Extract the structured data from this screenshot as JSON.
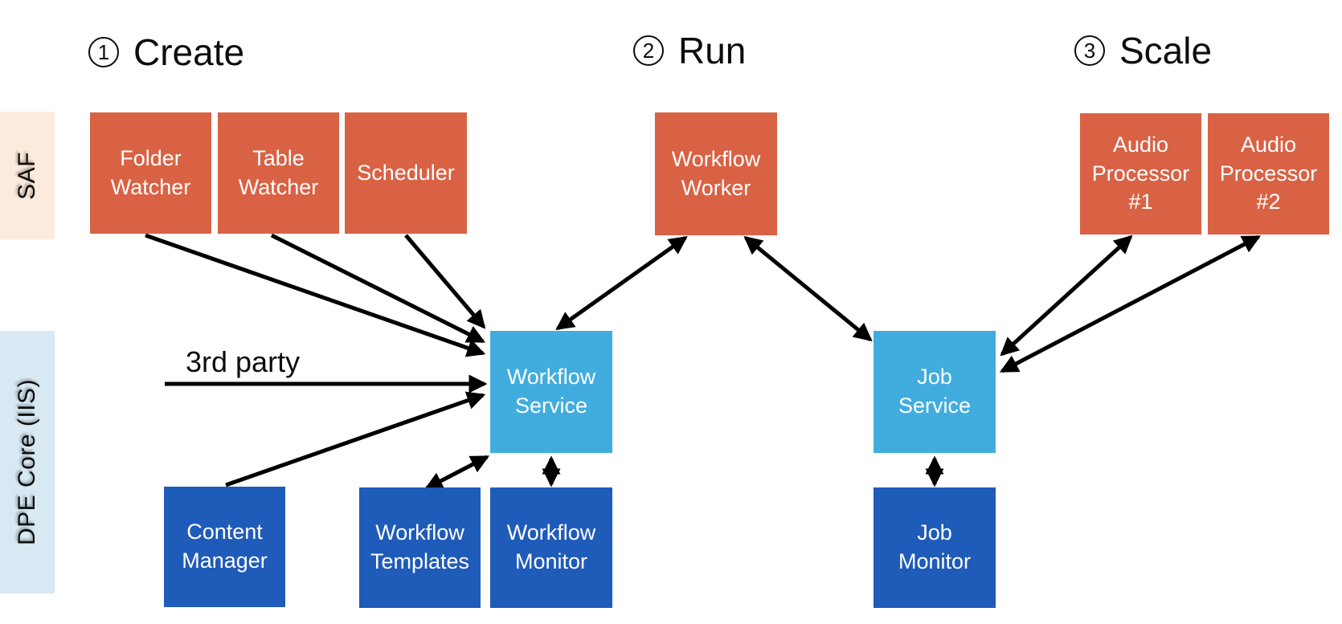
{
  "headers": [
    {
      "num": "1",
      "label": "Create"
    },
    {
      "num": "2",
      "label": "Run"
    },
    {
      "num": "3",
      "label": "Scale"
    }
  ],
  "lanes": {
    "saf": {
      "label": "SAF"
    },
    "dpe": {
      "label": "DPE Core (IIS)"
    }
  },
  "annotations": {
    "third_party": "3rd party"
  },
  "nodes": {
    "folder_watcher": {
      "label": "Folder Watcher",
      "color_role": "orange"
    },
    "table_watcher": {
      "label": "Table Watcher",
      "color_role": "orange"
    },
    "scheduler": {
      "label": "Scheduler",
      "color_role": "orange"
    },
    "workflow_worker": {
      "label": "Workflow Worker",
      "color_role": "orange"
    },
    "audio_processor_1": {
      "label": "Audio Processor #1",
      "color_role": "orange"
    },
    "audio_processor_2": {
      "label": "Audio Processor #2",
      "color_role": "orange"
    },
    "workflow_service": {
      "label": "Workflow Service",
      "color_role": "light_blue"
    },
    "job_service": {
      "label": "Job Service",
      "color_role": "light_blue"
    },
    "content_manager": {
      "label": "Content Manager",
      "color_role": "dark_blue"
    },
    "workflow_templates": {
      "label": "Workflow Templates",
      "color_role": "dark_blue"
    },
    "workflow_monitor": {
      "label": "Workflow Monitor",
      "color_role": "dark_blue"
    },
    "job_monitor": {
      "label": "Job Monitor",
      "color_role": "dark_blue"
    }
  },
  "edges": [
    {
      "from": "folder_watcher",
      "to": "workflow_service",
      "direction": "one-way"
    },
    {
      "from": "table_watcher",
      "to": "workflow_service",
      "direction": "one-way"
    },
    {
      "from": "scheduler",
      "to": "workflow_service",
      "direction": "one-way"
    },
    {
      "from": "third_party",
      "to": "workflow_service",
      "direction": "one-way"
    },
    {
      "from": "content_manager",
      "to": "workflow_service",
      "direction": "one-way"
    },
    {
      "from": "workflow_service",
      "to": "workflow_worker",
      "direction": "two-way"
    },
    {
      "from": "workflow_worker",
      "to": "job_service",
      "direction": "two-way"
    },
    {
      "from": "job_service",
      "to": "audio_processor_1",
      "direction": "two-way"
    },
    {
      "from": "job_service",
      "to": "audio_processor_2",
      "direction": "two-way"
    },
    {
      "from": "workflow_service",
      "to": "workflow_templates",
      "direction": "two-way"
    },
    {
      "from": "workflow_service",
      "to": "workflow_monitor",
      "direction": "two-way"
    },
    {
      "from": "job_service",
      "to": "job_monitor",
      "direction": "two-way"
    }
  ],
  "colors": {
    "orange": "#D96245",
    "light_blue": "#41ADDE",
    "dark_blue": "#1F5BB8",
    "saf_bg": "#FCEBDC",
    "dpe_bg": "#D8E9F3",
    "text_dark": "#0D0D0D",
    "box_text": "#FFFFFF",
    "arrow": "#000000"
  }
}
